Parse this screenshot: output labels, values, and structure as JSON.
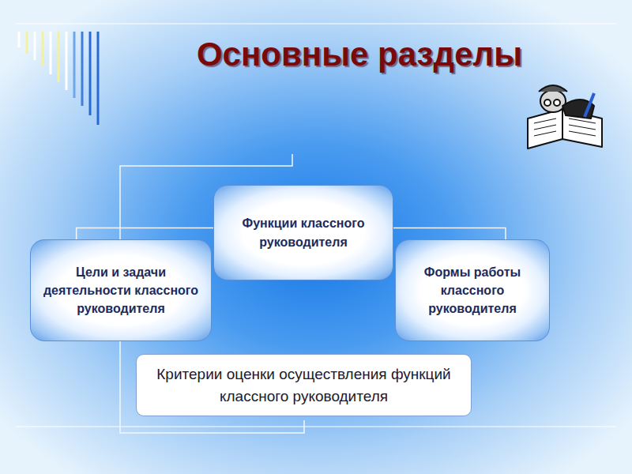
{
  "diagram": {
    "title": "Основные разделы",
    "nodes": [
      {
        "text": [
          "Функции классного руководителя"
        ]
      },
      {
        "text": [
          "Цели и задачи деятельности классного руководителя"
        ]
      },
      {
        "text": [
          "Формы работы классного руководителя"
        ]
      },
      {
        "text": [
          "Критерии оценки осуществления функций классного руководителя"
        ]
      }
    ],
    "edges": [
      {
        "from": 0,
        "to": 1,
        "arrow": "none"
      },
      {
        "from": 0,
        "to": 2,
        "arrow": "none"
      }
    ]
  }
}
